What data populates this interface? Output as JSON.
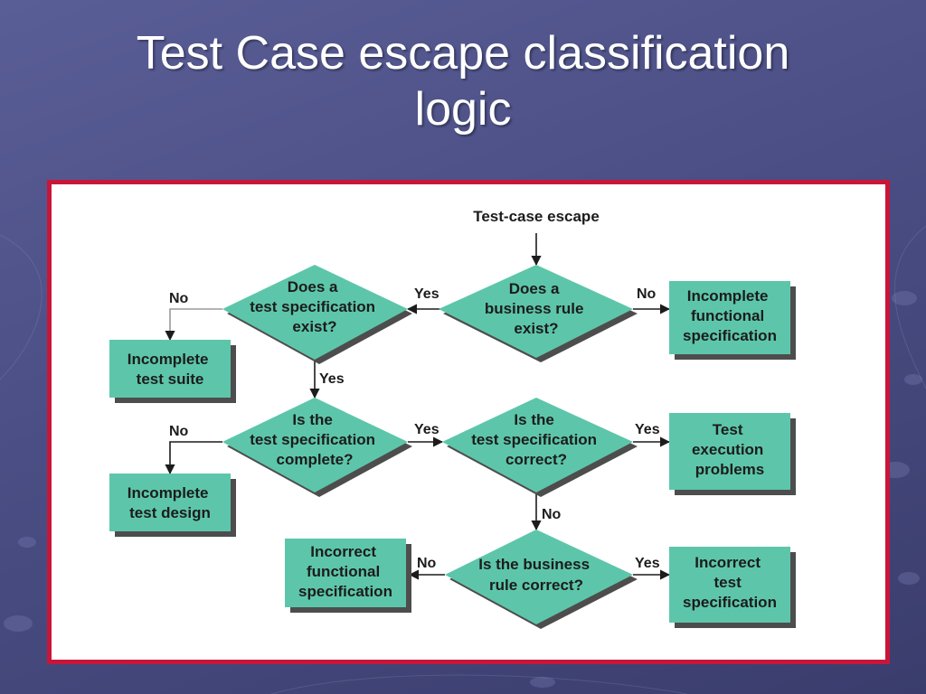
{
  "slide": {
    "title_lines": [
      "Test Case escape classification",
      "logic"
    ]
  },
  "colors": {
    "node_fill": "#5dc6aa",
    "node_shadow": "#4d4d4d",
    "frame_border": "#c8163a",
    "line": "#1c1c1c",
    "no_branch_line": "#9a9a9a"
  },
  "diagram": {
    "start": "Test-case escape",
    "decisions": {
      "business_rule_exists": [
        "Does a",
        "business rule",
        "exist?"
      ],
      "test_spec_exists": [
        "Does a",
        "test specification",
        "exist?"
      ],
      "test_spec_complete": [
        "Is the",
        "test specification",
        "complete?"
      ],
      "test_spec_correct": [
        "Is the",
        "test specification",
        "correct?"
      ],
      "business_rule_correct": [
        "Is the business",
        "rule correct?"
      ]
    },
    "outcomes": {
      "incomplete_functional_spec": [
        "Incomplete",
        "functional",
        "specification"
      ],
      "incomplete_test_suite": [
        "Incomplete",
        "test suite"
      ],
      "incomplete_test_design": [
        "Incomplete",
        "test design"
      ],
      "test_execution_problems": [
        "Test",
        "execution",
        "problems"
      ],
      "incorrect_functional_spec": [
        "Incorrect",
        "functional",
        "specification"
      ],
      "incorrect_test_spec": [
        "Incorrect",
        "test",
        "specification"
      ]
    },
    "edge_labels": {
      "br_exists_no": "No",
      "br_exists_yes": "Yes",
      "ts_exists_no": "No",
      "ts_exists_yes": "Yes",
      "ts_complete_no": "No",
      "ts_complete_yes": "Yes",
      "ts_correct_yes": "Yes",
      "ts_correct_no": "No",
      "br_correct_no": "No",
      "br_correct_yes": "Yes"
    }
  }
}
